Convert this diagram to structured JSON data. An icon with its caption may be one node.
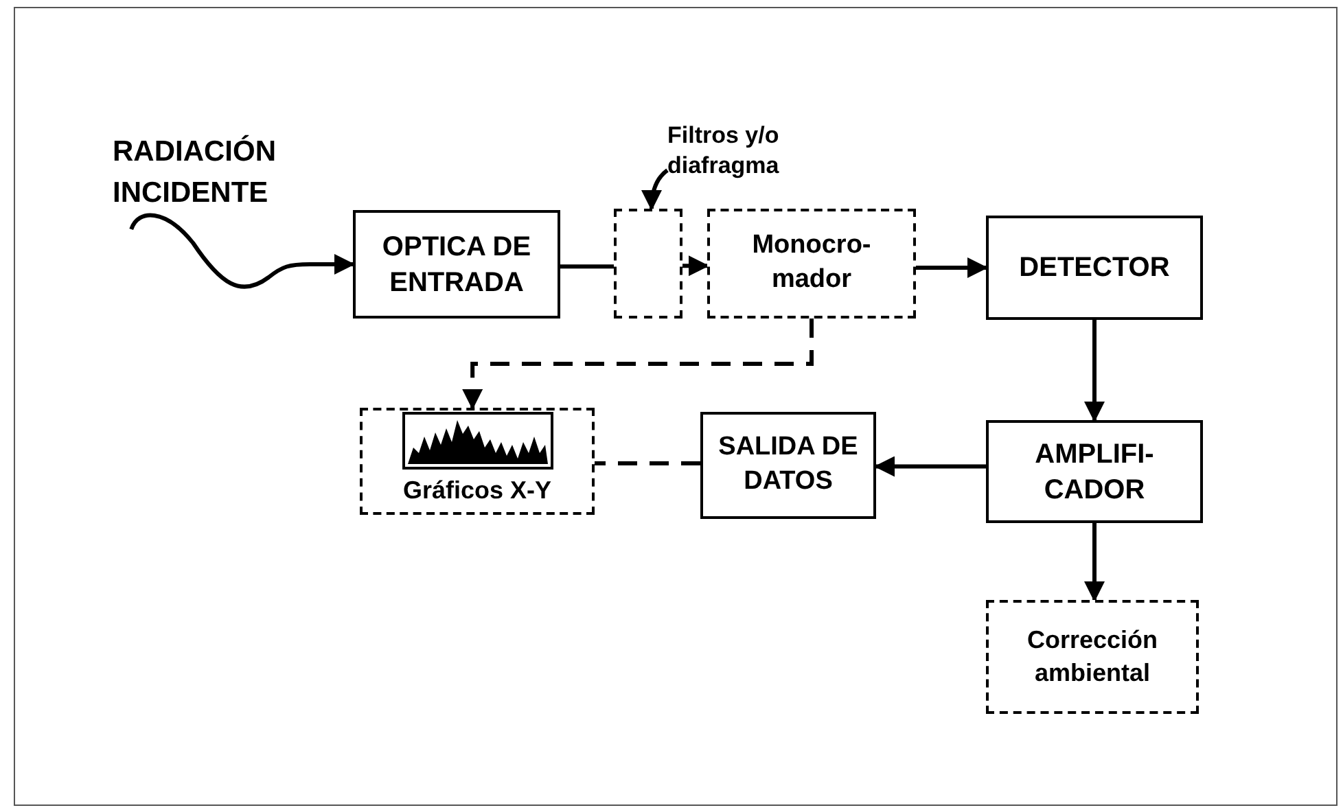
{
  "diagram": {
    "nodes": [
      {
        "text": [
          "RADIACIÓN INCIDENTE"
        ]
      },
      {
        "text": [
          "OPTICA DE ENTRADA"
        ]
      },
      {
        "text": [
          "Filtros y/o diafragma"
        ]
      },
      {
        "text": [],
        "shape": "box"
      },
      {
        "text": [
          "Monocro- mador"
        ]
      },
      {
        "text": [
          "DETECTOR"
        ]
      },
      {
        "text": [
          "AMPLIFI- CADOR"
        ]
      },
      {
        "text": [
          "SALIDA DE DATOS"
        ]
      },
      {
        "text": [
          "Gráficos X-Y"
        ]
      },
      {
        "text": [
          "Corrección ambiental"
        ]
      }
    ],
    "edges": [
      {
        "from": 0,
        "to": 1,
        "arrow": "to"
      },
      {
        "from": 1,
        "to": 3,
        "arrow": "none"
      },
      {
        "from": 3,
        "to": 4,
        "arrow": "to"
      },
      {
        "from": 2,
        "to": 3,
        "arrow": "to"
      },
      {
        "from": 4,
        "to": 5,
        "arrow": "to"
      },
      {
        "from": 5,
        "to": 6,
        "arrow": "to"
      },
      {
        "from": 6,
        "to": 7,
        "arrow": "to"
      },
      {
        "from": 6,
        "to": 9,
        "arrow": "to"
      },
      {
        "from": 7,
        "to": 8,
        "arrow": "none",
        "style": "dashed"
      },
      {
        "from": 4,
        "to": 8,
        "arrow": "to",
        "style": "dashed"
      }
    ]
  }
}
